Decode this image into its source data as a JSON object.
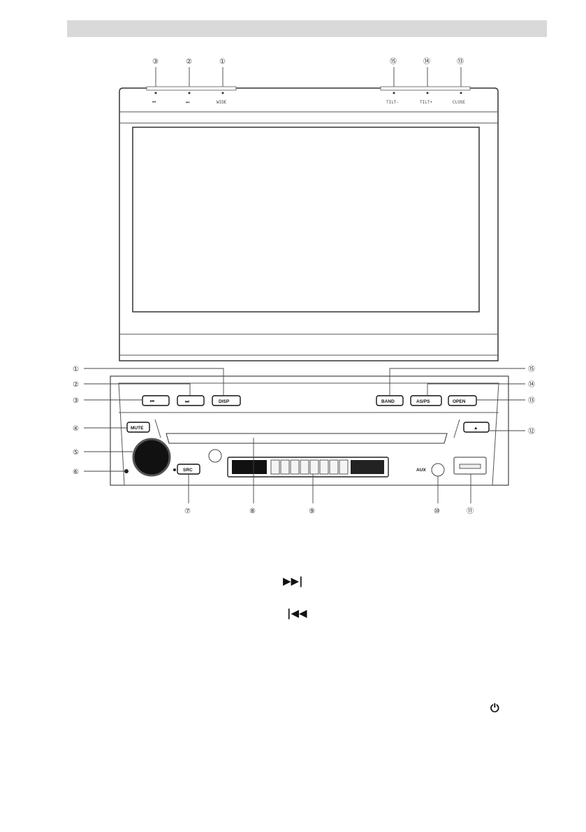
{
  "callouts": {
    "top_left": [
      "③",
      "②",
      "①"
    ],
    "top_right": [
      "⑮",
      "⑭",
      "⑬"
    ],
    "left_side": [
      "①",
      "②",
      "③",
      "④",
      "⑤",
      "⑥"
    ],
    "right_side": [
      "⑮",
      "⑭",
      "⑬",
      "⑫"
    ],
    "bottom": [
      "⑦",
      "⑧",
      "⑨",
      "⑩",
      "⑪"
    ]
  },
  "screen_top_labels": {
    "prev": "⏮",
    "next": "⏭",
    "wide": "WIDE",
    "tilt_down": "TILT-",
    "tilt_up": "TILT+",
    "close": "CLOSE"
  },
  "front_panel": {
    "prev_button": "⏮",
    "next_button": "⏭",
    "disp_button": "DISP",
    "band_button": "BAND",
    "asps_button": "AS/PS",
    "open_button": "OPEN",
    "mute_button": "MUTE",
    "src_button": "SRC",
    "eject_button": "▲",
    "aux_label": "AUX"
  },
  "legend_glyphs": {
    "next": "▶▶|",
    "prev": "|◀◀",
    "power": "⏻"
  }
}
